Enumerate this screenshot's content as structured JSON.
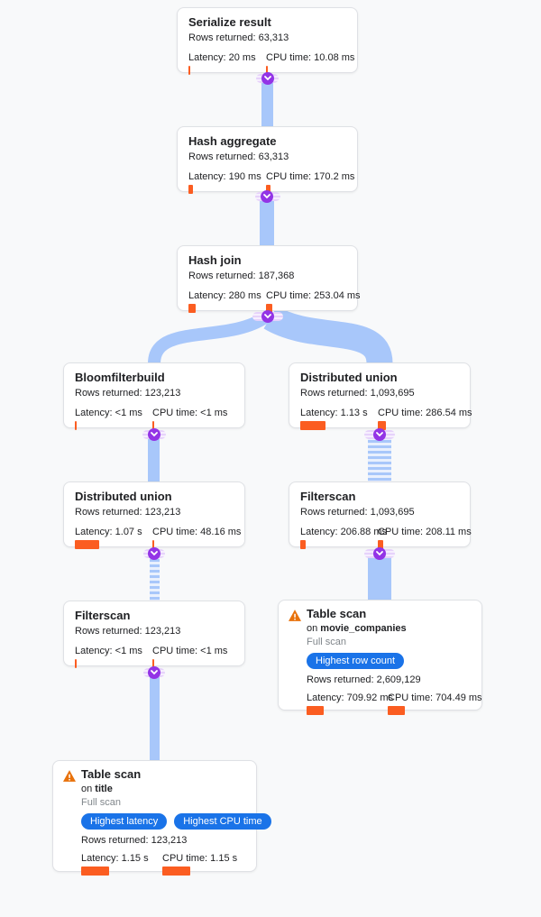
{
  "colors": {
    "background": "#f8f9fa",
    "edge_blue": "#a8c7fa",
    "collapse_purple": "#9334e6",
    "metric_bar_orange": "#fb5d21",
    "badge_blue": "#1a73e8",
    "warning_orange": "#e8710a"
  },
  "nodes": {
    "serialize": {
      "title": "Serialize result",
      "rows": "Rows returned: 63,313",
      "latency": "Latency: 20 ms",
      "latency_bar": 2,
      "cpu": "CPU time: 10.08 ms",
      "cpu_bar": 2
    },
    "hash_aggregate": {
      "title": "Hash aggregate",
      "rows": "Rows returned: 63,313",
      "latency": "Latency: 190 ms",
      "latency_bar": 5,
      "cpu": "CPU time: 170.2 ms",
      "cpu_bar": 5
    },
    "hash_join": {
      "title": "Hash join",
      "rows": "Rows returned: 187,368",
      "latency": "Latency: 280 ms",
      "latency_bar": 8,
      "cpu": "CPU time: 253.04 ms",
      "cpu_bar": 7
    },
    "bloomfilterbuild": {
      "title": "Bloomfilterbuild",
      "rows": "Rows returned: 123,213",
      "latency": "Latency: <1 ms",
      "latency_bar": 2,
      "cpu": "CPU time: <1 ms",
      "cpu_bar": 2
    },
    "distributed_union_right": {
      "title": "Distributed union",
      "rows": "Rows returned: 1,093,695",
      "latency": "Latency: 1.13 s",
      "latency_bar": 28,
      "cpu": "CPU time: 286.54 ms",
      "cpu_bar": 9
    },
    "distributed_union_left": {
      "title": "Distributed union",
      "rows": "Rows returned: 123,213",
      "latency": "Latency: 1.07 s",
      "latency_bar": 27,
      "cpu": "CPU time: 48.16 ms",
      "cpu_bar": 2
    },
    "filterscan_right": {
      "title": "Filterscan",
      "rows": "Rows returned: 1,093,695",
      "latency": "Latency: 206.88 ms",
      "latency_bar": 6,
      "cpu": "CPU time: 208.11 ms",
      "cpu_bar": 6
    },
    "filterscan_left": {
      "title": "Filterscan",
      "rows": "Rows returned: 123,213",
      "latency": "Latency: <1 ms",
      "latency_bar": 2,
      "cpu": "CPU time: <1 ms",
      "cpu_bar": 2
    },
    "table_scan_right": {
      "title": "Table scan",
      "on_prefix": "on ",
      "table": "movie_companies",
      "scan_type": "Full scan",
      "badges": [
        "Highest row count"
      ],
      "rows": "Rows returned: 2,609,129",
      "latency": "Latency: 709.92 ms",
      "latency_bar": 19,
      "cpu": "CPU time: 704.49 ms",
      "cpu_bar": 19
    },
    "table_scan_left": {
      "title": "Table scan",
      "on_prefix": "on ",
      "table": "title",
      "scan_type": "Full scan",
      "badges": [
        "Highest latency",
        "Highest CPU time"
      ],
      "rows": "Rows returned: 123,213",
      "latency": "Latency: 1.15 s",
      "latency_bar": 31,
      "cpu": "CPU time: 1.15 s",
      "cpu_bar": 31
    }
  }
}
